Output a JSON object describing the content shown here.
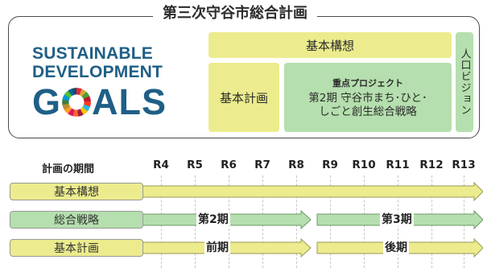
{
  "title": "第三次守谷市総合計画",
  "sdg": {
    "line1": "SUSTAINABLE",
    "line2": "DEVELOPMENT",
    "line3_before": "G",
    "line3_after": "ALS",
    "wheel_icon": "sdg-color-wheel"
  },
  "structure": {
    "kihon_kousou": "基本構想",
    "kihon_keikaku": "基本計画",
    "juten_head": "重点プロジェクト",
    "juten_line1": "第2期 守谷市まち･ひと･",
    "juten_line2": "しごと創生総合戦略",
    "jinkou_vision": "人口ビジョン"
  },
  "timeline": {
    "header": "計画の期間",
    "years": [
      "R4",
      "R5",
      "R6",
      "R7",
      "R8",
      "R9",
      "R10",
      "R11",
      "R12",
      "R13"
    ],
    "rows": [
      {
        "label": "基本構想",
        "color": "yellow"
      },
      {
        "label": "総合戦略",
        "color": "green"
      },
      {
        "label": "基本計画",
        "color": "yellow"
      }
    ],
    "phases": {
      "strategy_first": "第2期",
      "strategy_second": "第3期",
      "plan_first": "前期",
      "plan_second": "後期"
    }
  },
  "colors": {
    "yellow": "#ecec8e",
    "green": "#b5dfae",
    "sdg_blue": "#1f5f86"
  }
}
